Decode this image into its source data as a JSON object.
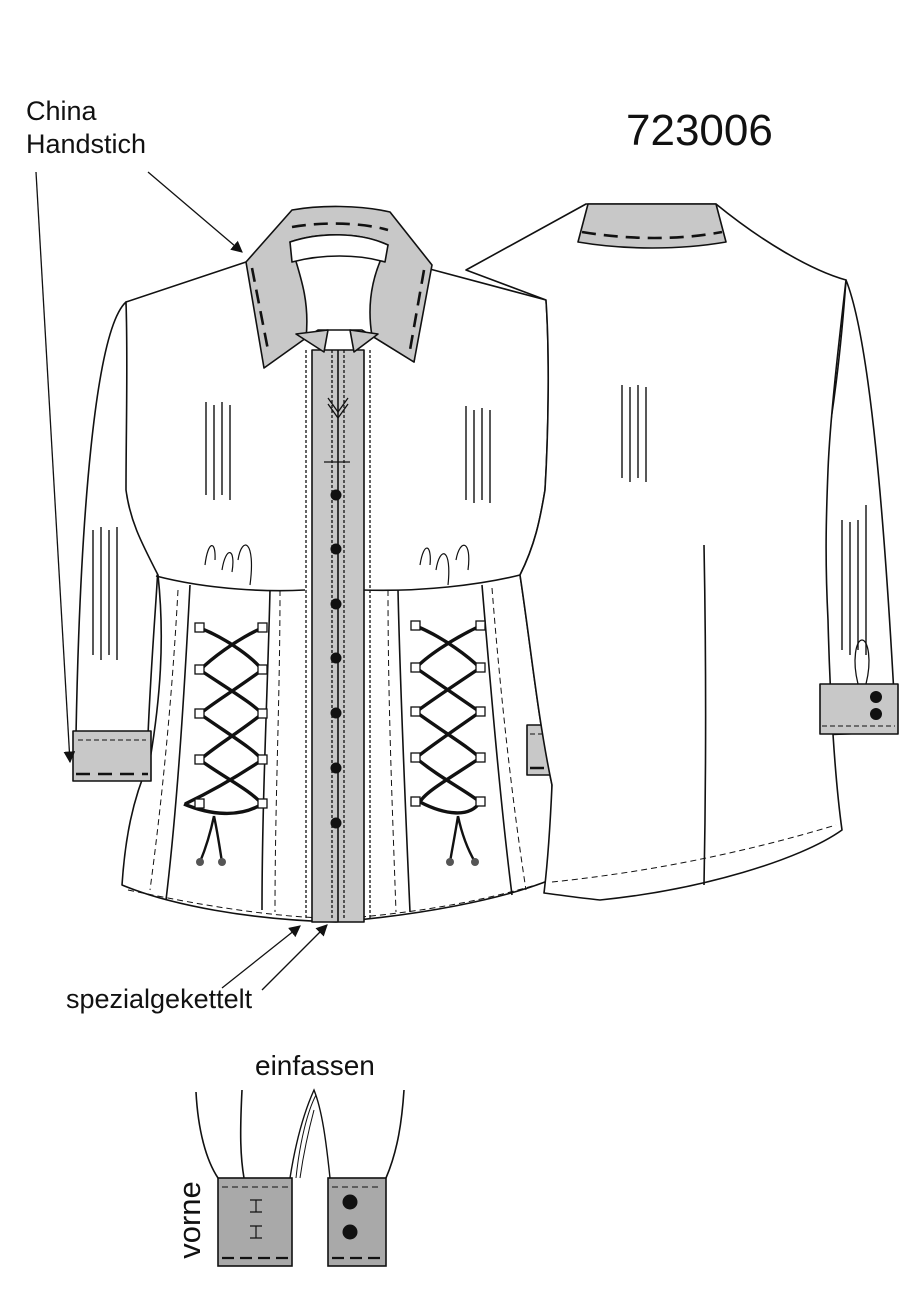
{
  "model_number": "723006",
  "labels": {
    "china_line1": "China",
    "china_line2": "Handstich",
    "spezial": "spezialgekettelt",
    "einfassen": "einfassen",
    "vorne": "vorne"
  },
  "colors": {
    "line": "#111111",
    "fill_grey": "#c8c8c8",
    "cuff_detail_grey": "#a9a9a9",
    "paper": "#ffffff"
  },
  "icons": [
    "arrow-head-icon",
    "button-icon",
    "lacing-icon"
  ]
}
